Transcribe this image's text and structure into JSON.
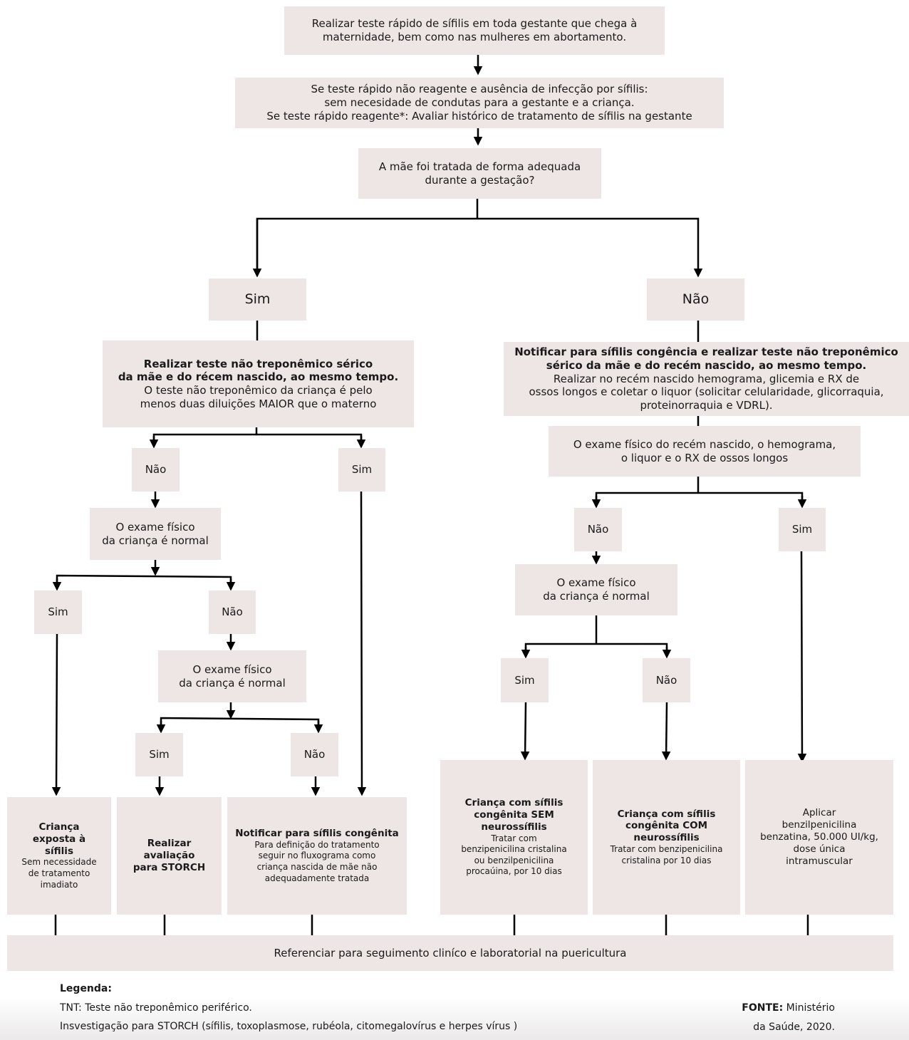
{
  "colors": {
    "box_fill": "#eee5e5",
    "arrow": "#000000"
  },
  "top": {
    "box1": [
      "Realizar teste rápido de sífilis em toda gestante que chega à",
      "maternidade, bem como nas mulheres em abortamento."
    ],
    "box2": [
      "Se teste rápido não reagente e ausência de infecção por sífilis:",
      "sem necesidade de condutas para a gestante e a criança.",
      "Se teste rápido reagente*: Avaliar histórico de tratamento de sífilis na gestante"
    ],
    "question": [
      "A mãe foi tratada de forma adequada",
      "durante a gestação?"
    ]
  },
  "left": {
    "sim": "Sim",
    "test_bold": [
      "Realizar teste não treponêmico sérico",
      "da mãe e do récem nascido, ao mesmo tempo."
    ],
    "test_text": [
      "O teste não treponêmico da criança é pelo",
      "menos duas diluições MAIOR que o materno"
    ],
    "nao1": "Não",
    "sim1": "Sim",
    "exam1": [
      "O exame físico",
      "da criança é normal"
    ],
    "sim2": "Sim",
    "nao2": "Não",
    "exam2": [
      "O exame físico",
      "da criança é normal"
    ],
    "sim3": "Sim",
    "nao3": "Não",
    "out1_bold": [
      "Criança",
      "exposta à",
      "sífilis"
    ],
    "out1_text": [
      "Sem necessidade",
      "de tratamento",
      "imadiato"
    ],
    "out2_bold": [
      "Realizar",
      "avaliação",
      "para STORCH"
    ],
    "out3_bold": [
      "Notificar para sífilis congênita"
    ],
    "out3_text": [
      "Para definição do tratamento",
      "seguir no fluxograma como",
      "criança nascida de mãe não",
      "adequadamente tratada"
    ]
  },
  "right": {
    "nao": "Não",
    "notify_bold": [
      "Notificar para sífilis congência e realizar teste não treponêmico",
      "sérico da mãe e do recém nascido, ao mesmo tempo."
    ],
    "notify_text": [
      "Realizar no recém nascido hemograma, glicemia e RX de",
      "ossos longos e coletar o liquor (solicitar celularidade, glicorraquia,",
      "proteinorraquia e VDRL)."
    ],
    "exam_labs": [
      "O exame físico do recém nascido, o hemograma,",
      "o liquor e o RX de ossos longos"
    ],
    "nao1": "Não",
    "sim1": "Sim",
    "exam": [
      "O exame físico",
      "da criança é normal"
    ],
    "sim2": "Sim",
    "nao2": "Não",
    "out4_bold": [
      "Criança com sífilis",
      "congênita SEM",
      "neurossífilis"
    ],
    "out4_text": [
      "Tratar com",
      "benzipenicilina cristalina",
      "ou benzilpenicilina",
      "procaúina, por 10 dias"
    ],
    "out5_bold": [
      "Criança com sífilis",
      "congênita COM",
      "neurossífilis"
    ],
    "out5_text": [
      "Tratar com benzipenicilina",
      "cristalina por 10 dias"
    ],
    "out6_text": [
      "Aplicar",
      "benzilpenicilina",
      "benzatina, 50.000 UI/kg,",
      "dose única",
      "intramuscular"
    ]
  },
  "bottom": "Referenciar para seguimento cliníco e laboratorial na puericultura",
  "legend": {
    "title": "Legenda:",
    "line1": "TNT: Teste não treponêmico periférico.",
    "line2": "Insvestigação para STORCH (sífilis, toxoplasmose, rubéola, citomegalovírus e herpes vírus )",
    "source_label": "FONTE:",
    "source_text1": " Ministério",
    "source_text2": "da Saúde, 2020."
  }
}
